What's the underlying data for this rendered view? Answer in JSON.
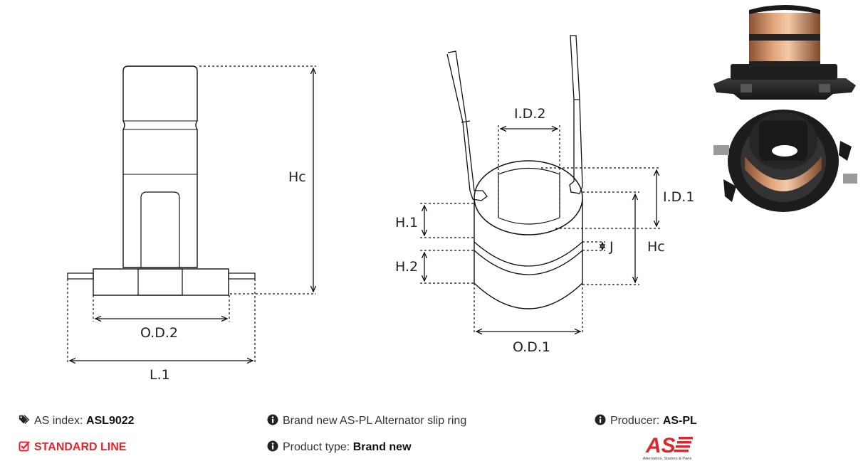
{
  "diagram": {
    "labels": {
      "hc_left": "Hc",
      "od2": "O.D.2",
      "l1": "L.1",
      "id2": "I.D.2",
      "id1": "I.D.1",
      "h1": "H.1",
      "h2": "H.2",
      "j": "J",
      "hc_right": "Hc",
      "od1": "O.D.1"
    }
  },
  "info": {
    "as_index_label": "AS index:",
    "as_index_value": "ASL9022",
    "standard_line": "STANDARD LINE",
    "description": "Brand new AS-PL Alternator slip ring",
    "product_type_label": "Product type:",
    "product_type_value": "Brand new",
    "producer_label": "Producer:",
    "producer_value": "AS-PL"
  },
  "logo": {
    "mark": "AS",
    "tagline": "Alternators, Starters & Parts",
    "color": "#e0262d"
  },
  "colors": {
    "accent": "#e0262d",
    "copper": "#c98a5e",
    "plastic": "#2a2a2a"
  }
}
